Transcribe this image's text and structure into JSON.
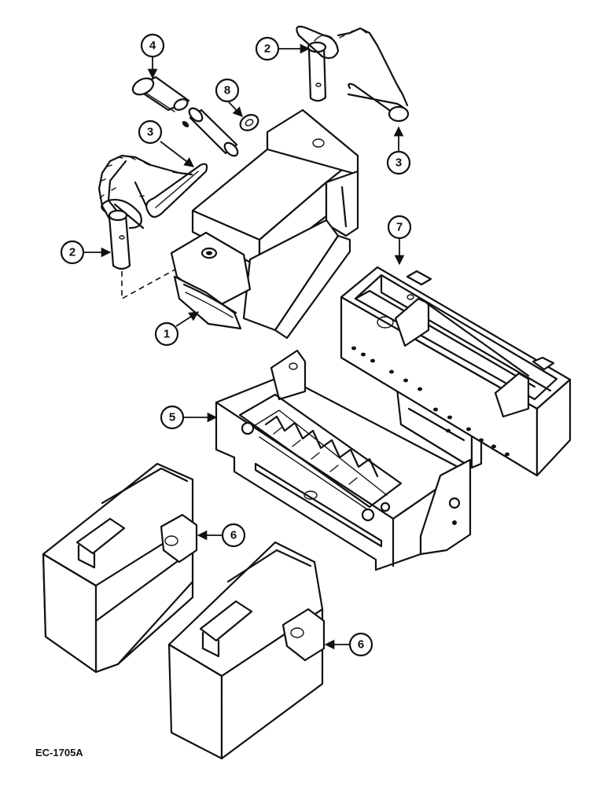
{
  "figure_code": "EC-1705A",
  "callouts": [
    {
      "id": "c4-top",
      "label": "4"
    },
    {
      "id": "c2-top",
      "label": "2"
    },
    {
      "id": "c8",
      "label": "8"
    },
    {
      "id": "c3-left",
      "label": "3"
    },
    {
      "id": "c3-right",
      "label": "3"
    },
    {
      "id": "c2-left",
      "label": "2"
    },
    {
      "id": "c7",
      "label": "7"
    },
    {
      "id": "c1",
      "label": "1"
    },
    {
      "id": "c5",
      "label": "5"
    },
    {
      "id": "c6-upper",
      "label": "6"
    },
    {
      "id": "c6-lower",
      "label": "6"
    }
  ]
}
